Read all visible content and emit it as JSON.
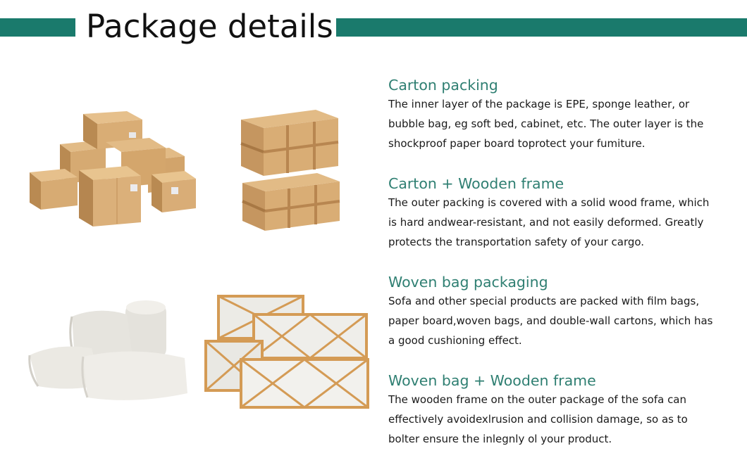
{
  "header": {
    "title": "Package details"
  },
  "sections": [
    {
      "title": "Carton packing",
      "lines": [
        "The inner layer of the package is EPE, sponge leather, or",
        "bubble bag, eg soft bed, cabinet, etc. The outer layer is the",
        "shockproof paper board toprotect your fumiture."
      ]
    },
    {
      "title": "Carton + Wooden frame",
      "lines": [
        "The outer packing is covered with a solid wood frame, which",
        "is hard andwear-resistant, and not easily deformed. Greatly",
        "protects the transportation safety of your cargo."
      ]
    },
    {
      "title": "Woven bag packaging",
      "lines": [
        "Sofa and other special products are packed with film bags,",
        "paper board,woven bags, and double-wall cartons, which has",
        "a good cushioning effect."
      ]
    },
    {
      "title": "Woven bag + Wooden frame",
      "lines": [
        "The wooden frame on the outer package of the sofa can",
        "effectively avoidexlrusion and collision damage, so as to",
        "bolter ensure the inlegnly ol your product."
      ]
    }
  ],
  "colors": {
    "accent": "#1a7a6c",
    "section_title": "#2f7f72",
    "cardboard": "#d6aa72",
    "wrap": "#e9e7e2",
    "wood": "#d49b55"
  },
  "photos": [
    {
      "name": "carton-stack-photo"
    },
    {
      "name": "carton-wood-frame-photo"
    },
    {
      "name": "woven-bag-photo"
    },
    {
      "name": "woven-bag-wood-frame-photo"
    }
  ]
}
